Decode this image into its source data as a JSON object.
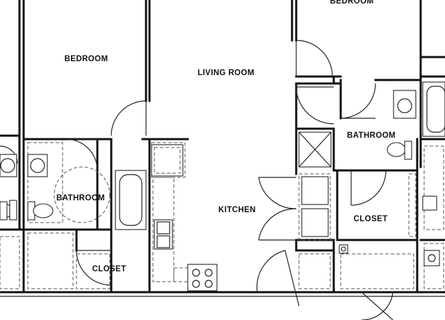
{
  "floor_plan": {
    "rooms": {
      "bedroom_left": "BEDROOM",
      "bedroom_top": "BEDROOM",
      "living_room": "LIVING ROOM",
      "bathroom_left": "BATHROOM",
      "bathroom_right": "BATHROOM",
      "kitchen": "KITCHEN",
      "closet_left": "CLOSET",
      "closet_right": "CLOSET"
    }
  }
}
